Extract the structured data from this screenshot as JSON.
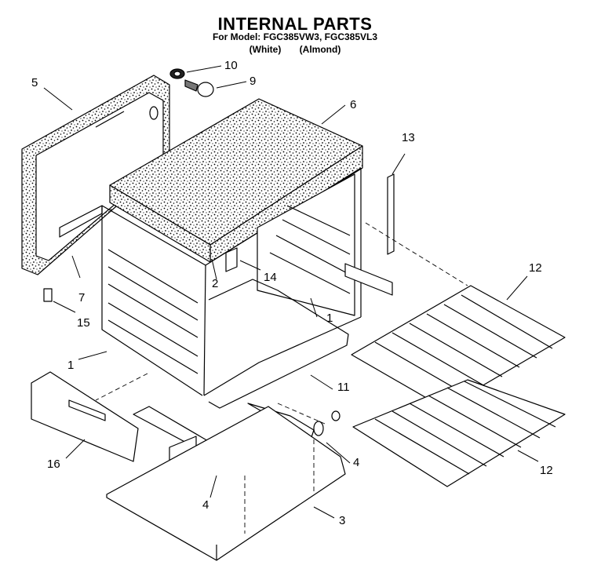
{
  "header": {
    "title": "INTERNAL PARTS",
    "model_line": "For Model: FGC385VW3, FGC385VL3",
    "variants": [
      "(White)",
      "(Almond)"
    ]
  },
  "callouts": [
    {
      "id": "c5",
      "label": "5"
    },
    {
      "id": "c10",
      "label": "10"
    },
    {
      "id": "c9",
      "label": "9"
    },
    {
      "id": "c6",
      "label": "6"
    },
    {
      "id": "c13",
      "label": "13"
    },
    {
      "id": "c7",
      "label": "7"
    },
    {
      "id": "c2",
      "label": "2"
    },
    {
      "id": "c14",
      "label": "14"
    },
    {
      "id": "c12a",
      "label": "12"
    },
    {
      "id": "c15",
      "label": "15"
    },
    {
      "id": "c1a",
      "label": "1"
    },
    {
      "id": "c1b",
      "label": "1"
    },
    {
      "id": "c11",
      "label": "11"
    },
    {
      "id": "c16",
      "label": "16"
    },
    {
      "id": "c4a",
      "label": "4"
    },
    {
      "id": "c4b",
      "label": "4"
    },
    {
      "id": "c12b",
      "label": "12"
    },
    {
      "id": "c3",
      "label": "3"
    }
  ]
}
